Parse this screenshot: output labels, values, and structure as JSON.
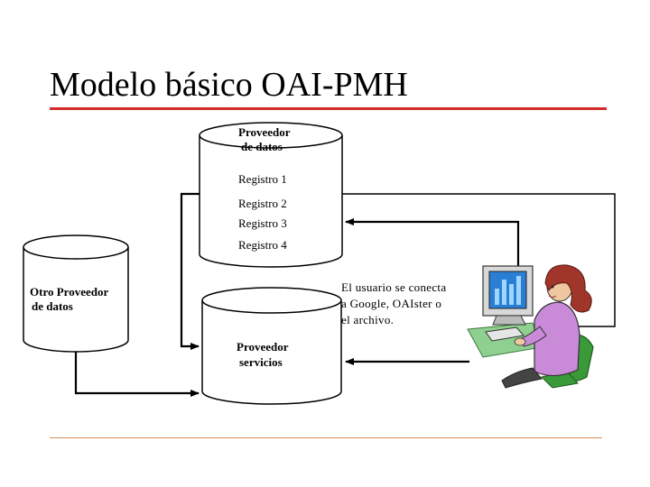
{
  "slide": {
    "title": "Modelo básico OAI-PMH"
  },
  "data_provider": {
    "name_line1": "Proveedor",
    "name_line2": "de datos",
    "records": [
      "Registro 1",
      "Registro 2",
      "Registro 3",
      "Registro 4"
    ]
  },
  "other_provider": {
    "name_line1": "Otro Proveedor",
    "name_line2": "de datos"
  },
  "service_provider": {
    "name_line1": "Proveedor",
    "name_line2": "servicios"
  },
  "user": {
    "text_lines": [
      "El usuario se conecta",
      "a Google, OAIster o",
      "el archivo."
    ]
  },
  "colors": {
    "title_rule": "#d42a2a",
    "bottom_rule": "#d9905a",
    "hair": "#a0362a",
    "shirt": "#c98ad8",
    "chair": "#3a9a3a",
    "monitor_screen": "#2a7fd4"
  }
}
